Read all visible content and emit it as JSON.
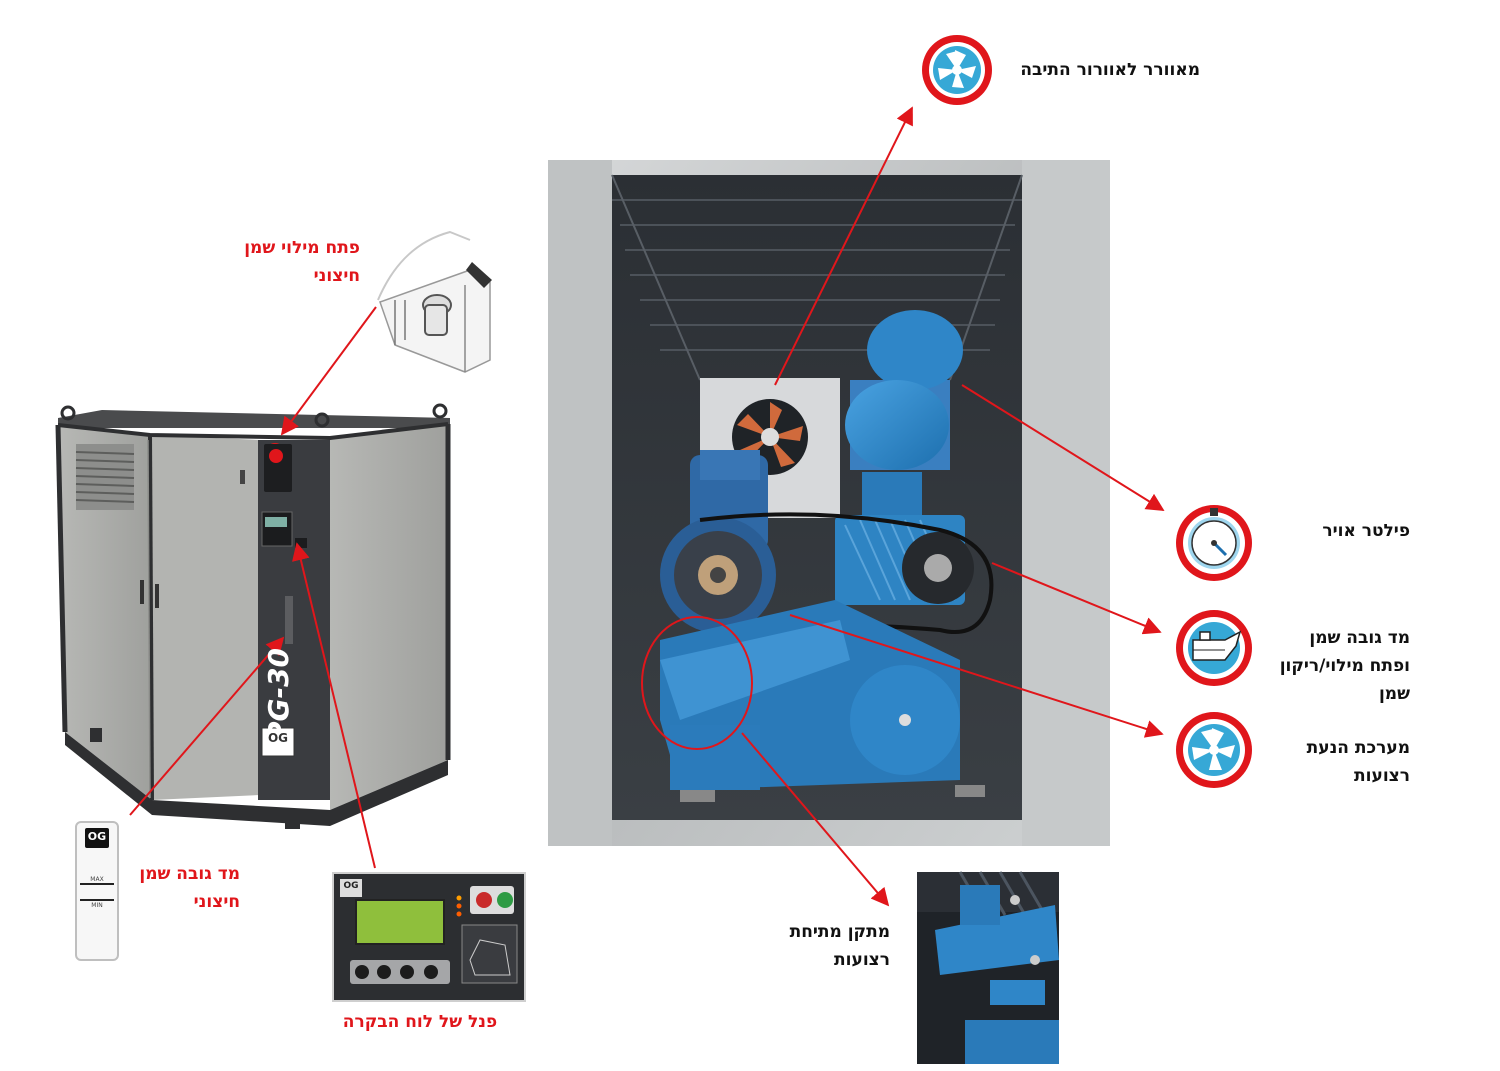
{
  "labels": {
    "cabinet_fan": "מאוורר לאוורור התיבה",
    "oil_fill_external": [
      "פתח מילוי שמן",
      "חיצוני"
    ],
    "air_filter": "פילטר אויר",
    "oil_level_fill": [
      "מד גובה שמן",
      "ופתח מילוי/ריקון",
      "שמן"
    ],
    "belt_drive": [
      "מערכת הנעת",
      "רצועות"
    ],
    "oil_level_external": [
      "מד גובה שמן",
      "חיצוני"
    ],
    "belt_tensioner": [
      "מתקן מתיחת",
      "רצועות"
    ],
    "control_panel": "פנל של לוח הבקרה"
  },
  "machine": {
    "model": "PG-30",
    "brand": "OG"
  },
  "gauge": {
    "max_label": "MAX",
    "min_label": "MIN"
  },
  "colors": {
    "red_text": "#e0161b",
    "black_text": "#111111",
    "arrow": "#e0161b",
    "blower_blue": "#2f86c8",
    "panel_dark": "#3a3c40",
    "cabinet_grey": "#a9aaa8"
  },
  "icons": [
    "fan-icon",
    "filter-gauge-icon",
    "oil-can-icon",
    "fan-icon"
  ]
}
